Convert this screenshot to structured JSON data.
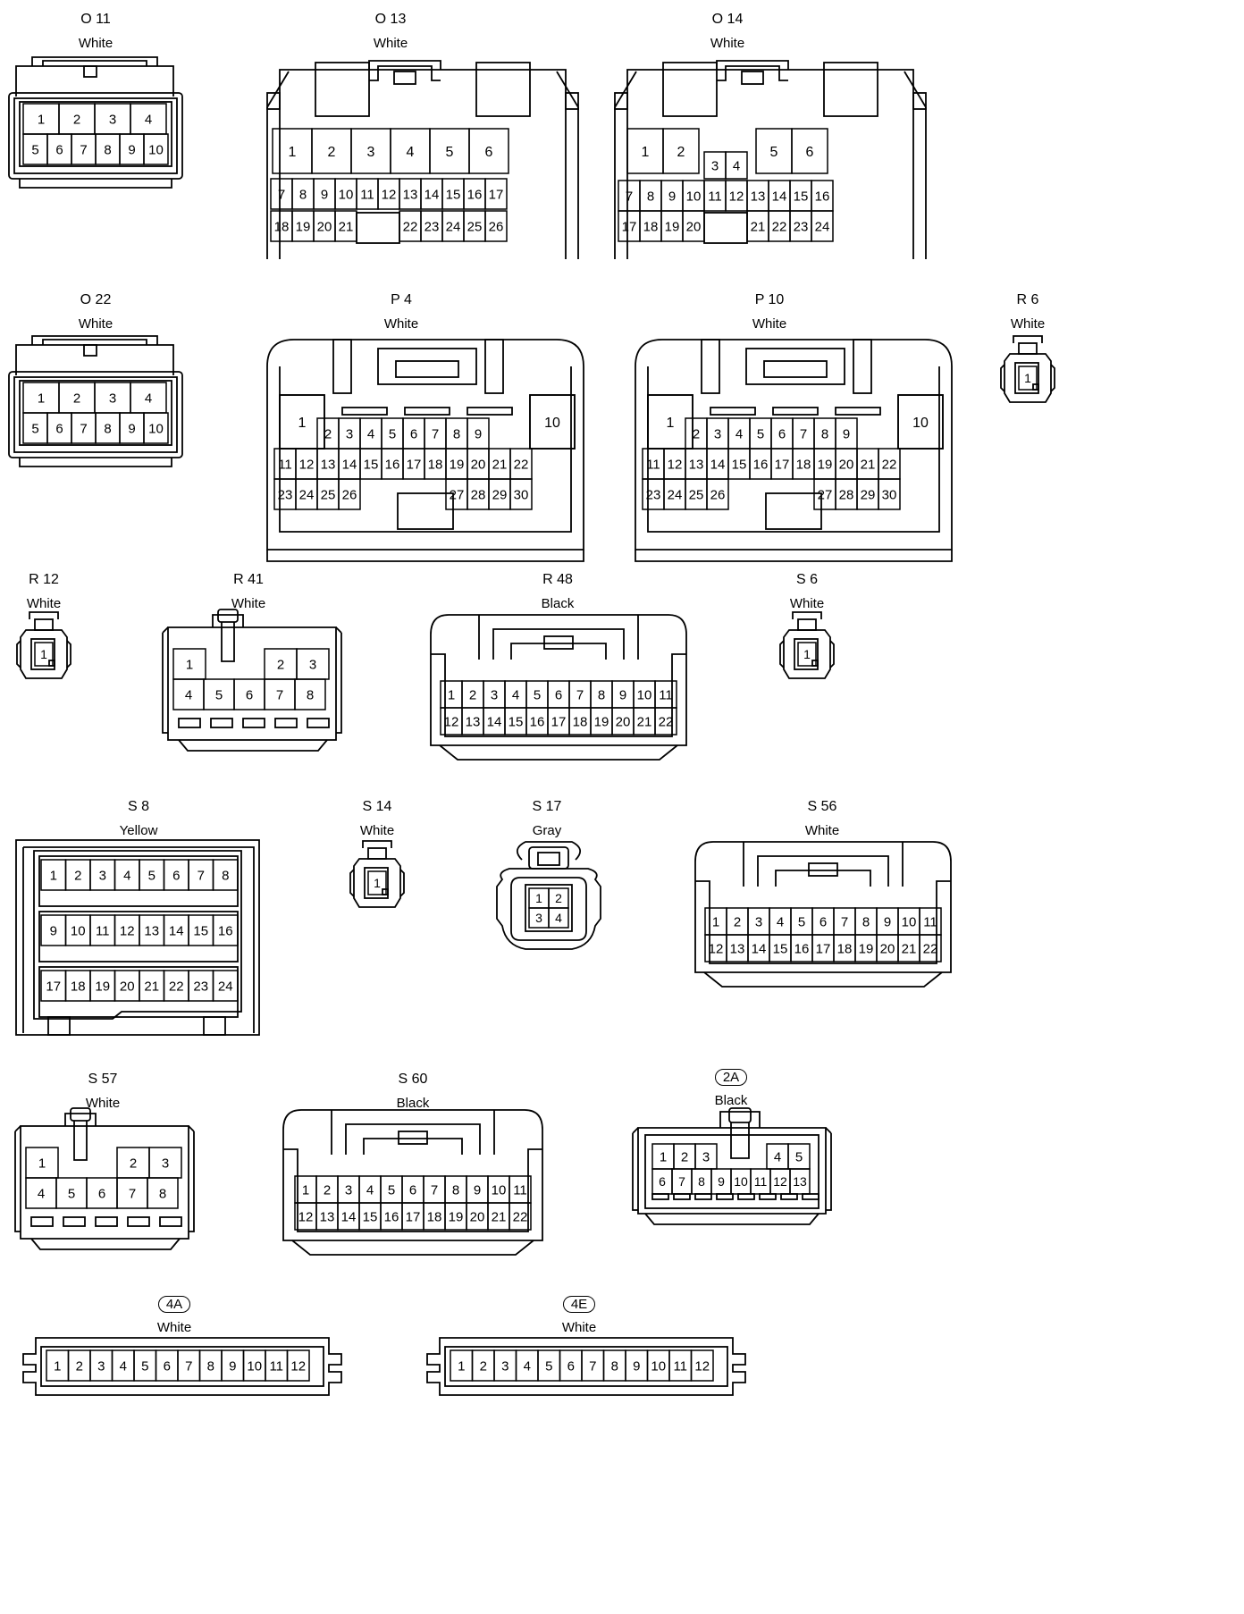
{
  "connectors": [
    {
      "id": "O 11",
      "color": "White"
    },
    {
      "id": "O 13",
      "color": "White"
    },
    {
      "id": "O 14",
      "color": "White"
    },
    {
      "id": "O 22",
      "color": "White"
    },
    {
      "id": "P 4",
      "color": "White"
    },
    {
      "id": "P 10",
      "color": "White"
    },
    {
      "id": "R 6",
      "color": "White"
    },
    {
      "id": "R 12",
      "color": "White"
    },
    {
      "id": "R 41",
      "color": "White"
    },
    {
      "id": "R 48",
      "color": "Black"
    },
    {
      "id": "S 6",
      "color": "White"
    },
    {
      "id": "S 8",
      "color": "Yellow"
    },
    {
      "id": "S 14",
      "color": "White"
    },
    {
      "id": "S 17",
      "color": "Gray"
    },
    {
      "id": "S 56",
      "color": "White"
    },
    {
      "id": "S 57",
      "color": "White"
    },
    {
      "id": "S 60",
      "color": "Black"
    },
    {
      "id": "2A",
      "color": "Black"
    },
    {
      "id": "4A",
      "color": "White"
    },
    {
      "id": "4E",
      "color": "White"
    }
  ]
}
